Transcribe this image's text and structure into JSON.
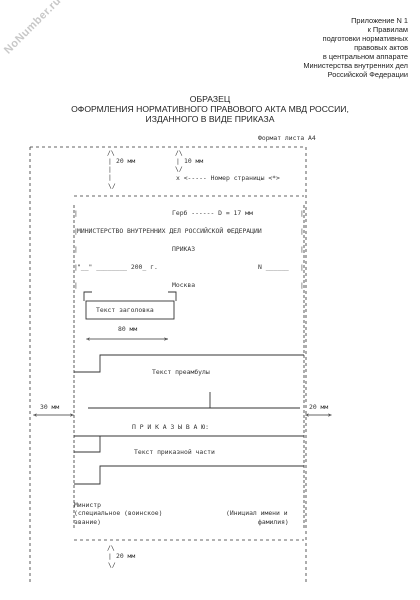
{
  "watermark": "NoNumber.ru",
  "header": {
    "lines": [
      "Приложение N 1",
      "к Правилам",
      "подготовки нормативных",
      "правовых актов",
      "в центральном аппарате",
      "Министерства внутренних дел",
      "Российской Федерации"
    ]
  },
  "title": {
    "lines": [
      "ОБРАЗЕЦ",
      "ОФОРМЛЕНИЯ НОРМАТИВНОГО ПРАВОВОГО АКТА МВД РОССИИ,",
      "ИЗДАННОГО В ВИДЕ ПРИКАЗА"
    ]
  },
  "sheet": {
    "format_label": "Формат листа А4",
    "top_margin": "20 мм",
    "page_num_margin": "10 мм",
    "page_num_label": "x <----- Номер страницы <*>",
    "emblem": "Герб ------ D = 17 мм",
    "ministry": "МИНИСТЕРСТВО ВНУТРЕННИХ ДЕЛ РОССИЙСКОЙ ФЕДЕРАЦИИ",
    "doc_type": "ПРИКАЗ",
    "date_field": "\"__\" ________ 200_ г.",
    "number_field": "N ______",
    "city": "Москва",
    "heading_text": "Текст заголовка",
    "heading_width": "80 мм",
    "preamble_text": "Текст преамбулы",
    "left_margin": "30 мм",
    "right_margin": "20 мм",
    "order_word": "П Р И К А З Ы В А Ю:",
    "order_text": "Текст приказной части",
    "sign_minister": "Министр",
    "sign_rank_1": "(специальное (воинское)",
    "sign_rank_2": "звание)",
    "sign_name_1": "(Инициал имени и",
    "sign_name_2": "фамилия)",
    "bottom_margin": "20 мм"
  }
}
